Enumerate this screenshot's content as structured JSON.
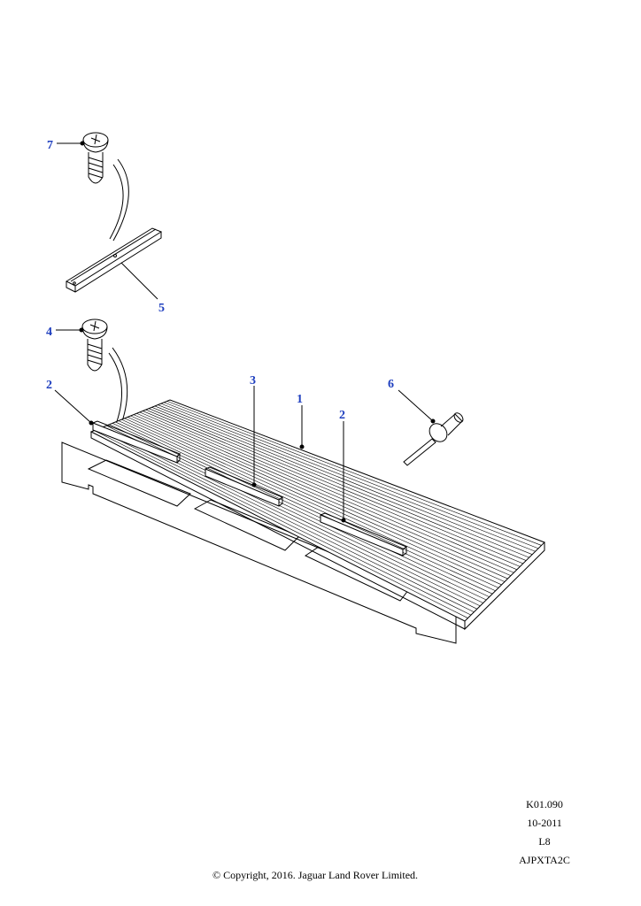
{
  "callouts": [
    {
      "id": "c7",
      "label": "7"
    },
    {
      "id": "c5",
      "label": "5"
    },
    {
      "id": "c4",
      "label": "4"
    },
    {
      "id": "c2a",
      "label": "2"
    },
    {
      "id": "c3",
      "label": "3"
    },
    {
      "id": "c1",
      "label": "1"
    },
    {
      "id": "c6",
      "label": "6"
    },
    {
      "id": "c2b",
      "label": "2"
    }
  ],
  "meta": {
    "code": "K01.090",
    "date": "10-2011",
    "variant": "L8",
    "illustration": "AJPXTA2C"
  },
  "copyright": "© Copyright, 2016. Jaguar Land Rover Limited.",
  "colors": {
    "callout": "#1f3fbf",
    "line": "#000000"
  }
}
